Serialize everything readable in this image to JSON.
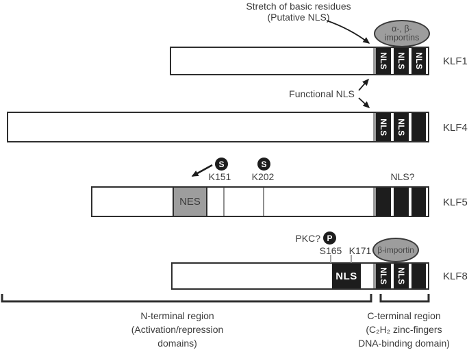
{
  "annotations": {
    "putative_nls": {
      "line1": "Stretch of basic residues",
      "line2": "(Putative NLS)"
    },
    "functional_nls": "Functional NLS",
    "nls_question": "NLS?",
    "pkc_question": "PKC?",
    "importins": {
      "line1": "α-, β-",
      "line2": "importins"
    },
    "beta_importin": "β-importin"
  },
  "proteins": [
    {
      "label": "KLF1",
      "zinc_boxes": [
        "NLS",
        "NLS",
        "NLS"
      ]
    },
    {
      "label": "KLF4",
      "zinc_boxes": [
        "NLS",
        "NLS",
        ""
      ]
    },
    {
      "label": "KLF5",
      "zinc_boxes": [
        "",
        "",
        ""
      ],
      "nes_label": "NES",
      "phospho_sites": [
        {
          "badge": "S",
          "residue": "K151"
        },
        {
          "badge": "S",
          "residue": "K202"
        }
      ]
    },
    {
      "label": "KLF8",
      "zinc_boxes": [
        "NLS",
        "NLS",
        ""
      ],
      "nls_domain_label": "NLS",
      "phospho_badge": "P",
      "residues": [
        "S165",
        "K171"
      ]
    }
  ],
  "regions": {
    "n_terminal": {
      "line1": "N-terminal region",
      "line2": "(Activation/repression",
      "line3": "domains)"
    },
    "c_terminal": {
      "line1": "C-terminal region",
      "line2": "(C₂H₂ zinc-fingers",
      "line3": "DNA-binding domain)"
    }
  },
  "colors": {
    "domain_black": "#1d1d1d",
    "domain_gray": "#9d9d9d",
    "outline": "#2e2e2e",
    "text": "#3b3b3b"
  }
}
